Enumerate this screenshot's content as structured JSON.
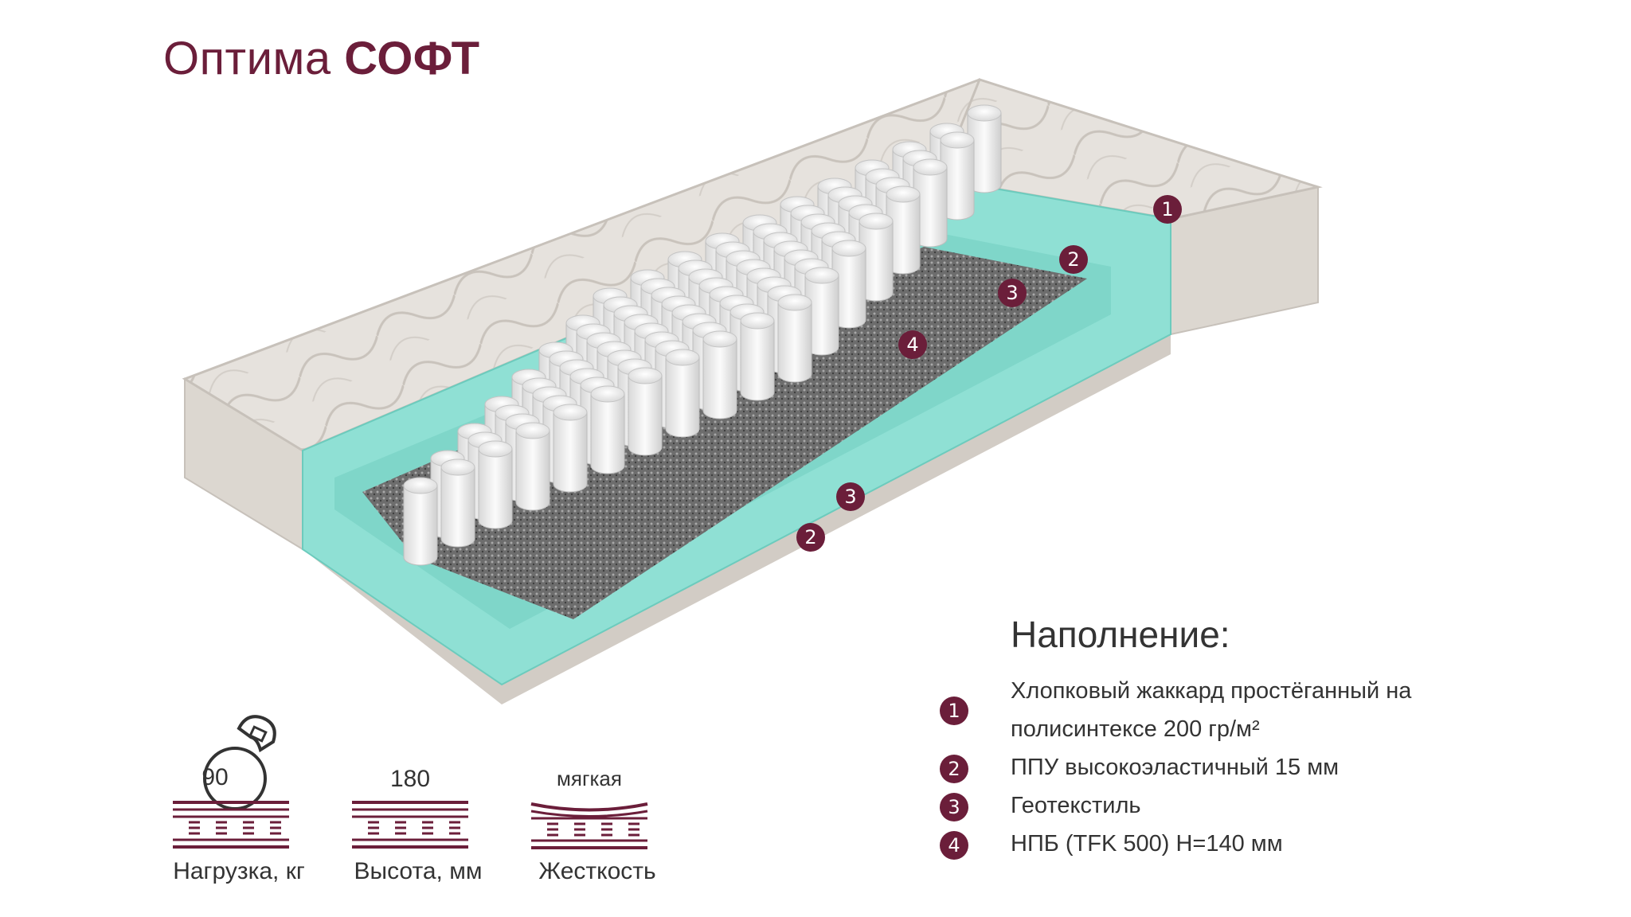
{
  "title": {
    "light": "Оптима",
    "bold": "СОФТ"
  },
  "colors": {
    "brand": "#6b1e3a",
    "foam": "#8fe0d4",
    "fabric": "#e6e2dd",
    "text": "#333333"
  },
  "markers": {
    "one": "1",
    "two": "2",
    "three": "3",
    "four": "4"
  },
  "filling": {
    "heading": "Наполнение:",
    "items": [
      {
        "num": "1",
        "lines": [
          "Хлопковый жаккард простёганный на",
          "полисинтексе 200 гр/м²"
        ]
      },
      {
        "num": "2",
        "lines": [
          "ППУ высокоэластичный 15 мм"
        ]
      },
      {
        "num": "3",
        "lines": [
          "Геотекстиль"
        ]
      },
      {
        "num": "4",
        "lines": [
          "НПБ (TFK 500) H=140 мм"
        ]
      }
    ]
  },
  "specs": {
    "load": {
      "icon": "kettlebell-icon",
      "value": "90",
      "label": "Нагрузка, кг"
    },
    "height": {
      "icon": "spring-layer-icon",
      "value": "180",
      "label": "Высота, мм"
    },
    "firmness": {
      "icon": "soft-layer-icon",
      "value": "мягкая",
      "label": "Жесткость"
    }
  }
}
